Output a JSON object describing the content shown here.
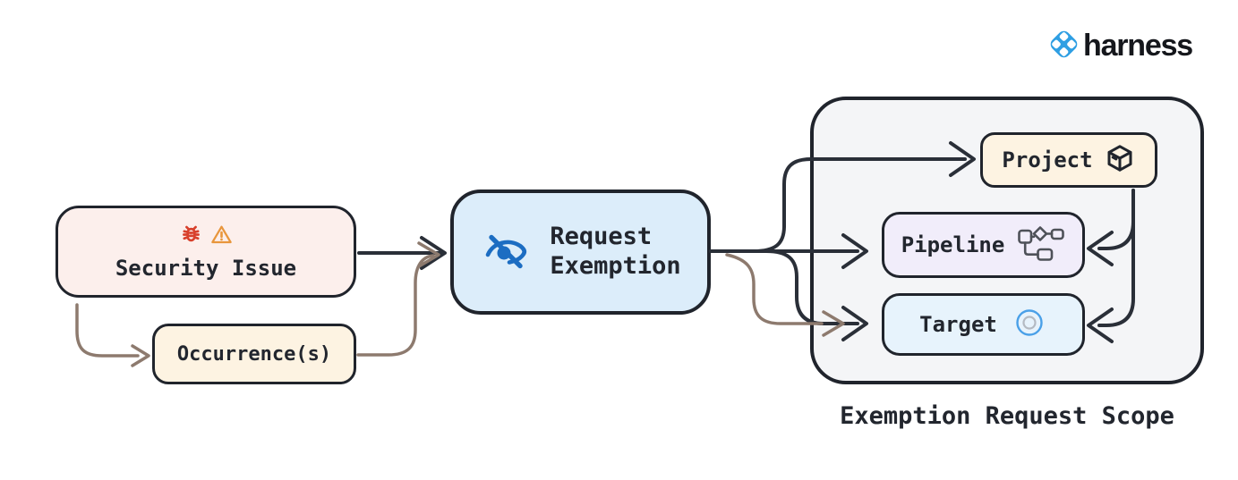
{
  "brand": {
    "name": "harness",
    "logo_icon": "harness-logo-icon",
    "logo_blue": "#2f9fe3"
  },
  "nodes": {
    "security_issue": {
      "label": "Security Issue",
      "icons": [
        "bug-icon",
        "warning-icon"
      ],
      "bg": "#fcefec"
    },
    "occurrences": {
      "label": "Occurrence(s)",
      "bg": "#fdf3e2"
    },
    "request_exemption": {
      "line1": "Request",
      "line2": "Exemption",
      "icon": "eye-off-icon",
      "bg": "#dcedfa"
    },
    "project": {
      "label": "Project",
      "icon": "cube-icon",
      "bg": "#fdf3e2"
    },
    "pipeline": {
      "label": "Pipeline",
      "icon": "pipeline-icon",
      "bg": "#f1edfa"
    },
    "target": {
      "label": "Target",
      "icon": "target-icon",
      "bg": "#e7f3fc"
    }
  },
  "scope": {
    "caption": "Exemption Request Scope",
    "bg": "#f4f5f7"
  },
  "edges": [
    {
      "from": "security-issue",
      "to": "request-exemption",
      "style": "dark"
    },
    {
      "from": "security-issue",
      "to": "occurrences",
      "style": "brown"
    },
    {
      "from": "occurrences",
      "to": "request-exemption",
      "style": "brown"
    },
    {
      "from": "request-exemption",
      "to": "project",
      "style": "dark"
    },
    {
      "from": "request-exemption",
      "to": "pipeline",
      "style": "dark"
    },
    {
      "from": "request-exemption",
      "to": "target",
      "style": "dark"
    },
    {
      "from": "occurrences",
      "to": "target",
      "style": "brown"
    },
    {
      "from": "project",
      "to": "pipeline",
      "style": "dark"
    },
    {
      "from": "project",
      "to": "target",
      "style": "dark"
    }
  ],
  "colors": {
    "border": "#20242c",
    "edge_dark": "#2a2f38",
    "edge_brown": "#8d7a6e",
    "accent_blue": "#1c6dc2",
    "bug_red": "#d8402c",
    "warning_orange": "#e8963c",
    "target_ring_blue": "#4aa0e8",
    "pipeline_gray": "#4e5158"
  }
}
